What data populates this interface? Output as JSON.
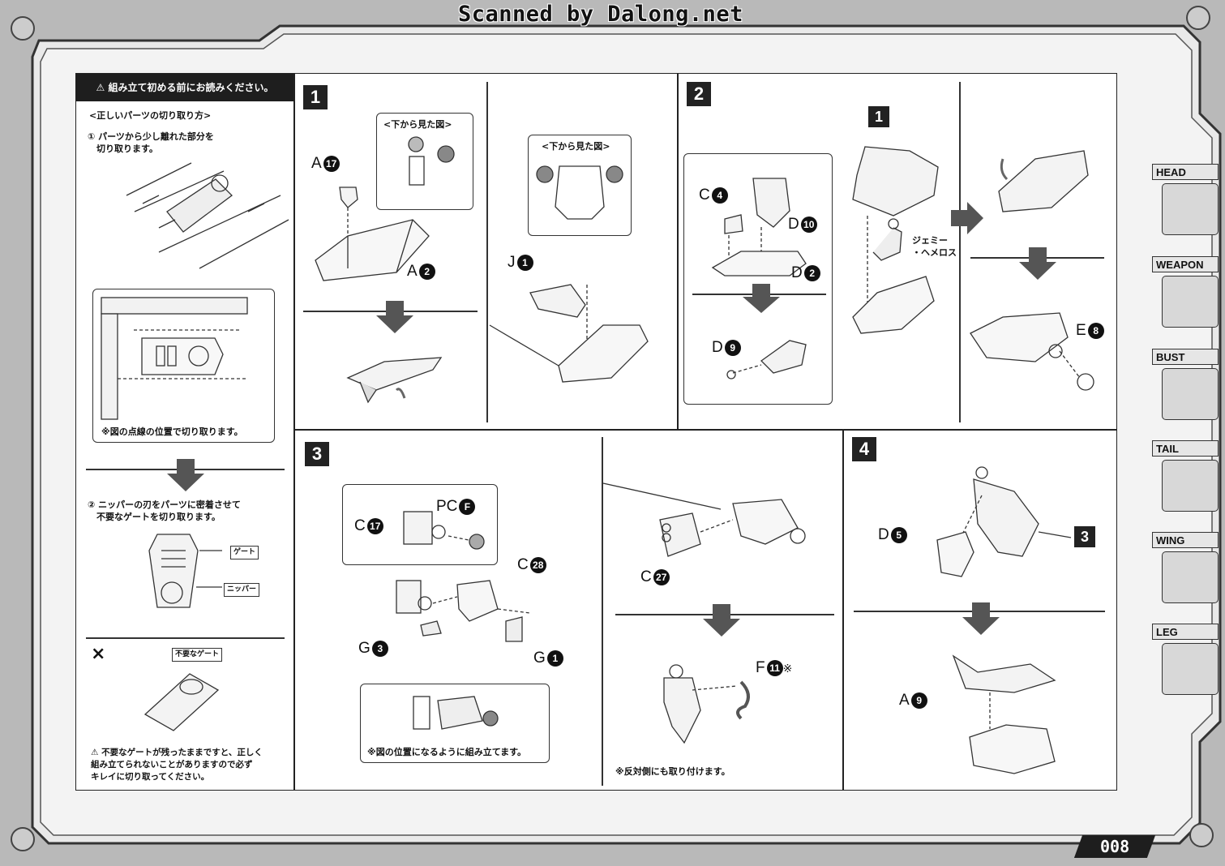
{
  "scan_credit": "Scanned by Dalong.net",
  "warning_panel": {
    "header": "組み立て初める前にお読みください。",
    "section_title": "<正しいパーツの切り取り方>",
    "step1": "① パーツから少し離れた部分を\n　切り取ります。",
    "step1_caption": "※図の点線の位置で切り取ります。",
    "step2": "② ニッパーの刃をパーツに密着させて\n　不要なゲートを切り取ります。",
    "gate_label": "ゲート",
    "nipper_label": "ニッパー",
    "wrong_mark": "×",
    "unneeded_gate_label": "不要なゲート",
    "final_warning": "不要なゲートが残ったままですと、正しく\n組み立てられないことがありますので必ず\nキレイに切り取ってください。"
  },
  "step1": {
    "number": "1",
    "bottom_view_label_a": "<下から見た図>",
    "bottom_view_label_b": "<下から見た図>",
    "parts": [
      {
        "letter": "A",
        "num": "17"
      },
      {
        "letter": "A",
        "num": "2"
      },
      {
        "letter": "J",
        "num": "1"
      }
    ]
  },
  "step2": {
    "number": "2",
    "inset_number": "1",
    "pilot_label": "ジェミー\n・ヘメロス",
    "parts": [
      {
        "letter": "C",
        "num": "4"
      },
      {
        "letter": "D",
        "num": "10"
      },
      {
        "letter": "D",
        "num": "2"
      },
      {
        "letter": "D",
        "num": "9"
      },
      {
        "letter": "E",
        "num": "8"
      }
    ]
  },
  "step3": {
    "number": "3",
    "parts": [
      {
        "letter": "C",
        "num": "17"
      },
      {
        "letter": "PC",
        "num": "F"
      },
      {
        "letter": "C",
        "num": "28"
      },
      {
        "letter": "G",
        "num": "3"
      },
      {
        "letter": "G",
        "num": "1"
      },
      {
        "letter": "C",
        "num": "27"
      },
      {
        "letter": "F",
        "num": "11",
        "suffix": "※"
      }
    ],
    "position_caption": "※図の位置になるように組み立てます。",
    "opposite_caption": "※反対側にも取り付けます。"
  },
  "step4": {
    "number": "4",
    "ref_number": "3",
    "parts": [
      {
        "letter": "D",
        "num": "5"
      },
      {
        "letter": "A",
        "num": "9"
      }
    ]
  },
  "tabs": [
    "HEAD",
    "WEAPON",
    "BUST",
    "TAIL",
    "WING",
    "LEG"
  ],
  "page_number": "008"
}
